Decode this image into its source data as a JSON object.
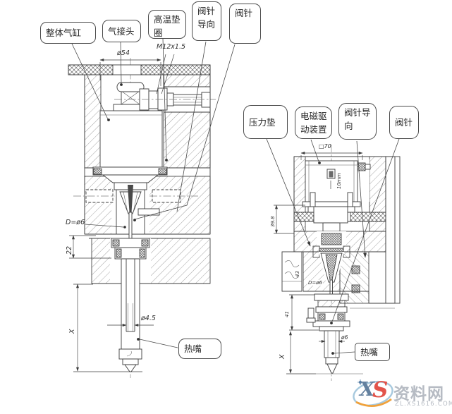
{
  "left_view": {
    "callouts": {
      "cylinder": "整体气缸",
      "air_connector": "气接头",
      "hi_temp_washer_l1": "高温垫",
      "hi_temp_washer_l2": "圈",
      "pin_guide_l1": "阀针",
      "pin_guide_l2": "导向",
      "valve_pin": "阀针",
      "hot_nozzle": "热嘴"
    },
    "dimensions": {
      "top_diameter": "ø54",
      "thread": "M12x1.5",
      "pin_diameter": "D=ø6",
      "seat_height": "22",
      "bore_diameter": "ø4.5",
      "length": "X"
    }
  },
  "right_view": {
    "callouts": {
      "pressure_pad": "压力垫",
      "solenoid_l1": "电磁驱",
      "solenoid_l2": "动装置",
      "pin_guide_l1": "阀针导",
      "pin_guide_l2": "向",
      "valve_pin": "阀针",
      "hot_nozzle": "热嘴"
    },
    "dimensions": {
      "top_width": "□70",
      "stroke": "10mm",
      "height_a": "39.8",
      "height_b": "43",
      "pin_diameter": "D=ø6",
      "height_c": "41",
      "bore_diameter": "ø6",
      "length": "X"
    }
  },
  "watermark": {
    "logo_x": "X",
    "logo_s": "S",
    "site_name": "资料网",
    "site_url": "ZL.XS1616.COM"
  }
}
